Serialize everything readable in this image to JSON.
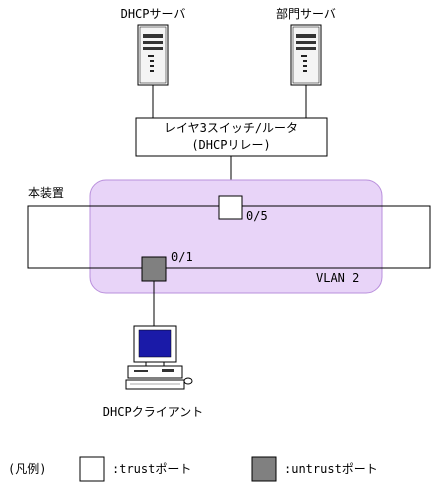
{
  "servers": {
    "dhcp_server": "DHCPサーバ",
    "dept_server": "部門サーバ"
  },
  "switch": {
    "line1": "レイヤ3スイッチ/ルータ",
    "line2": "(DHCPリレー)"
  },
  "device": {
    "label": "本装置",
    "vlan": "VLAN 2"
  },
  "ports": {
    "upper": "0/5",
    "lower": "0/1"
  },
  "client": {
    "label": "DHCPクライアント"
  },
  "legend": {
    "title": "(凡例)",
    "trust": ":trustポート",
    "untrust": ":untrustポート"
  },
  "colors": {
    "vlan_fill": "#e8d4f8",
    "vlan_stroke": "#b98fdc",
    "untrust_fill": "#808080",
    "trust_fill": "#ffffff",
    "monitor_screen": "#1a1aa8"
  }
}
